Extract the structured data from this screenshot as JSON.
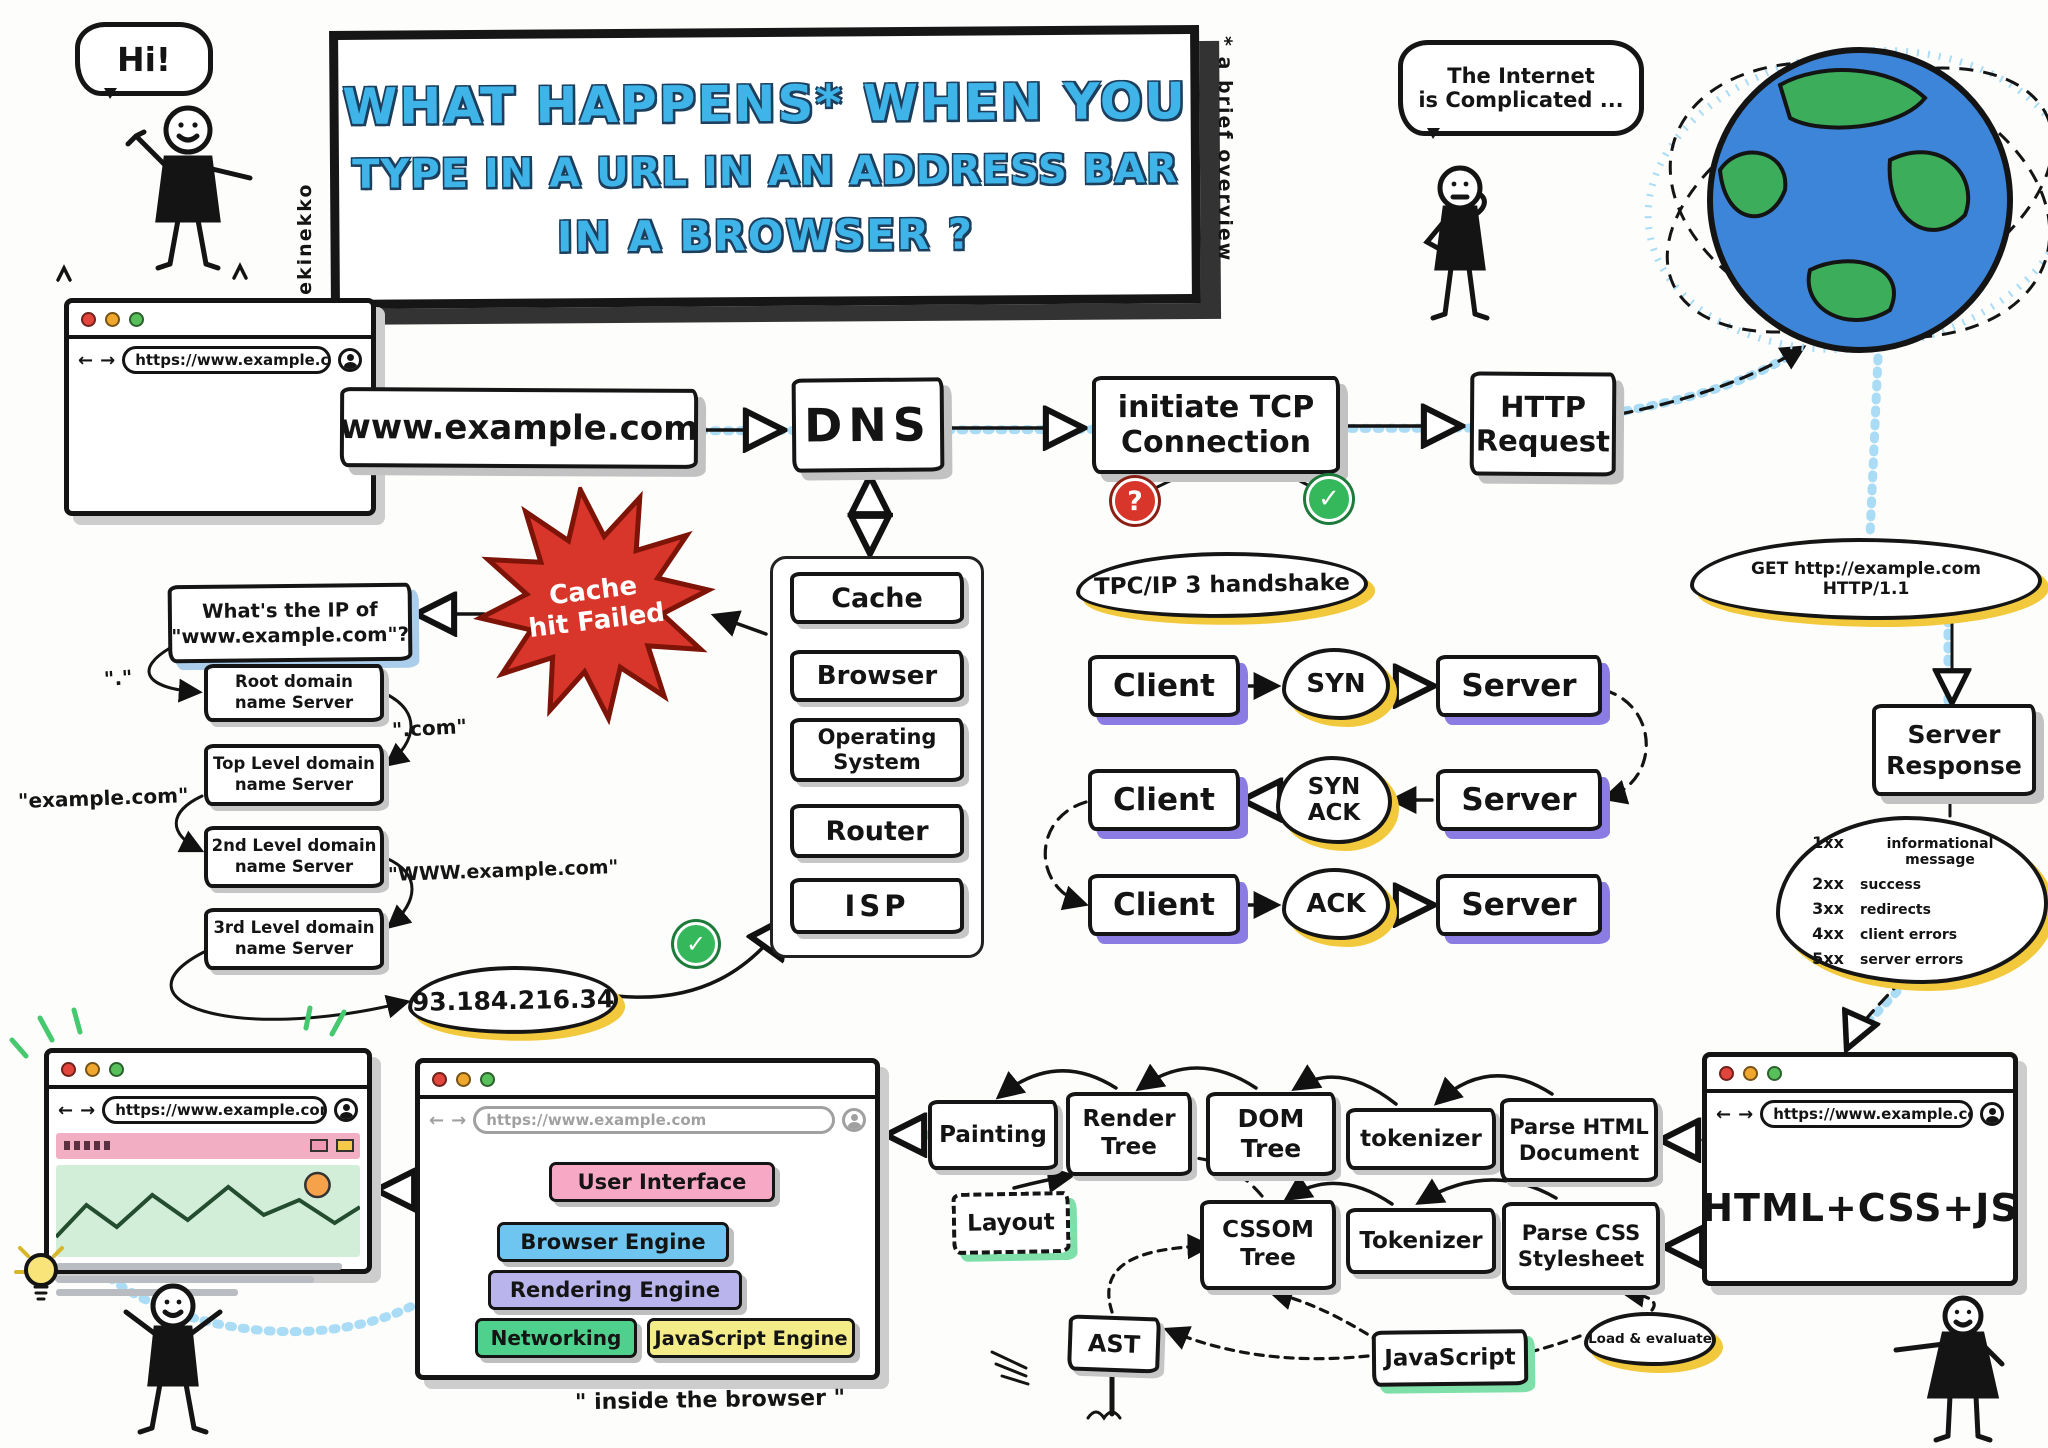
{
  "title": {
    "line1": "WHAT HAPPENS* WHEN YOU",
    "line2": "TYPE IN A URL IN AN ADDRESS BAR",
    "line3": "IN A BROWSER ?",
    "footnote": "* a brief overview",
    "credit": "@manekinekko"
  },
  "speech": {
    "hi": "Hi!",
    "internet": "The Internet\nis Complicated ..."
  },
  "chrome": {
    "url": "https://www.example.com",
    "back_icon": "←",
    "forward_icon": "→"
  },
  "flow": {
    "www": "www.example.com",
    "dns": "DNS",
    "tcp": "initiate TCP\nConnection",
    "http": "HTTP\nRequest"
  },
  "cache": {
    "fail": "Cache\nhit Failed",
    "stack": [
      "Cache",
      "Browser",
      "Operating\nSystem",
      "Router",
      "ISP"
    ]
  },
  "lookup": {
    "question": "What's the IP of\n\"www.example.com\"?",
    "servers": [
      "Root domain\nname Server",
      "Top Level domain\nname Server",
      "2nd Level domain\nname Server",
      "3rd Level domain\nname Server"
    ],
    "notes": [
      "\".\"",
      "\".com\"",
      "\"example.com\"",
      "\"WWW.example.com\""
    ],
    "ip": "93.184.216.34"
  },
  "handshake": {
    "label": "TPC/IP 3 handshake",
    "question_icon": "?",
    "check_icon": "✓",
    "rows": [
      {
        "from": "Client",
        "msg": "SYN",
        "to": "Server"
      },
      {
        "from": "Client",
        "msg": "SYN\nACK",
        "to": "Server"
      },
      {
        "from": "Client",
        "msg": "ACK",
        "to": "Server"
      }
    ]
  },
  "http": {
    "request_line": "GET http://example.com HTTP/1.1",
    "server_response": "Server\nResponse",
    "status_codes": [
      {
        "code": "1xx",
        "meaning": "informational message"
      },
      {
        "code": "2xx",
        "meaning": "success"
      },
      {
        "code": "3xx",
        "meaning": "redirects"
      },
      {
        "code": "4xx",
        "meaning": "client errors"
      },
      {
        "code": "5xx",
        "meaning": "server errors"
      }
    ],
    "payload": "HTML+CSS+JS"
  },
  "pipeline": {
    "painting": "Painting",
    "render_tree": "Render\nTree",
    "dom_tree": "DOM\nTree",
    "tokenizer_html": "tokenizer",
    "parse_html": "Parse HTML\nDocument",
    "layout": "Layout",
    "cssom_tree": "CSSOM\nTree",
    "tokenizer_css": "Tokenizer",
    "parse_css": "Parse CSS\nStylesheet",
    "javascript": "JavaScript",
    "load_evaluate": "Load & evaluate",
    "ast": "AST"
  },
  "internals": {
    "layers": [
      "User Interface",
      "Browser Engine",
      "Rendering Engine",
      "Networking",
      "JavaScript Engine"
    ],
    "caption": "\" inside the browser \""
  },
  "colors": {
    "accent_blue": "#3eb4e8",
    "trail_blue": "#aadcf5",
    "trail_green": "#85e2ad",
    "shadow_yellow": "#f2c93c",
    "shadow_purple": "#8b7ce4",
    "fail_red": "#d8352b",
    "check_green": "#35b75c",
    "layer_pink": "#f7a8c4",
    "layer_blue": "#6ec6f0",
    "layer_lavender": "#b9b4ec",
    "layer_green": "#4fd08d",
    "layer_yellow": "#f3ec89"
  }
}
